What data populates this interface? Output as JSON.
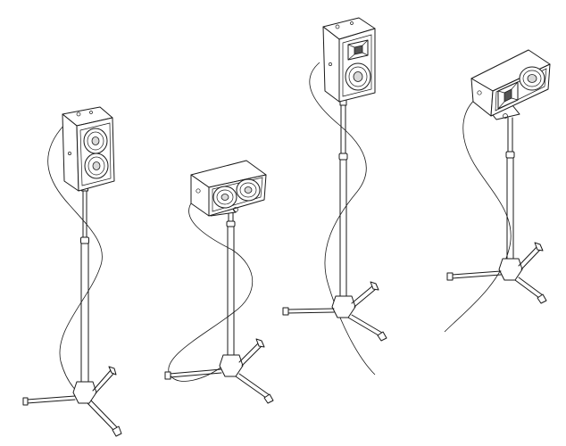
{
  "figure": {
    "line_color": "#1a1a1a",
    "background": "#ffffff",
    "variants": [
      {
        "key": "A",
        "speaker": "dual-woofer-vertical",
        "stand": "tripod-stand"
      },
      {
        "key": "B",
        "speaker": "dual-woofer-horizontal",
        "stand": "tripod-stand"
      },
      {
        "key": "C",
        "speaker": "single-woofer-vertical",
        "stand": "tripod-stand"
      },
      {
        "key": "D",
        "speaker": "single-woofer-horizontal",
        "stand": "tripod-stand"
      }
    ]
  }
}
